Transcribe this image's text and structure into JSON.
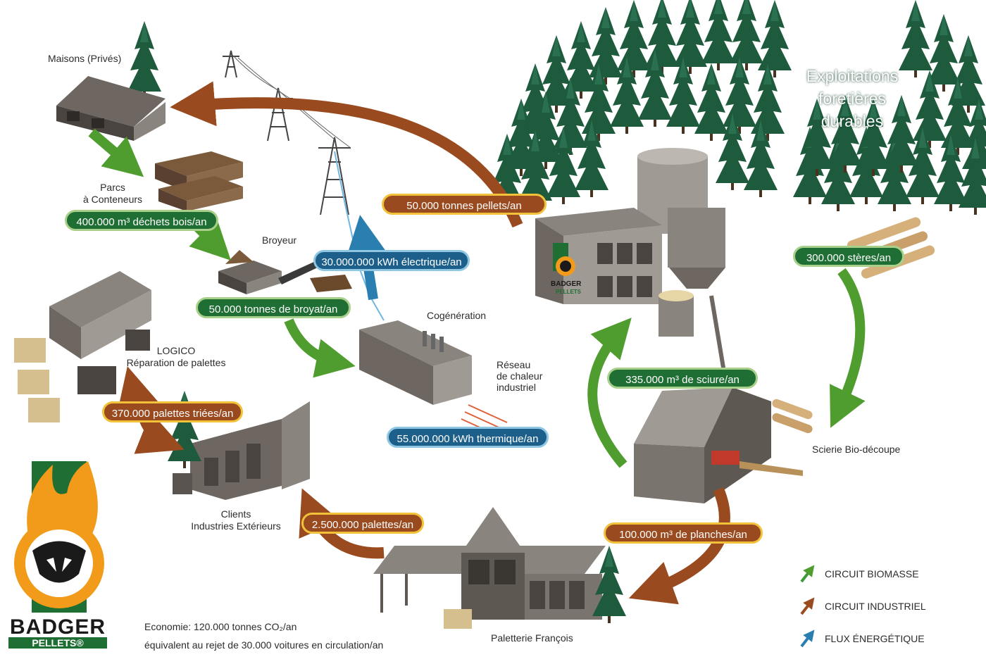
{
  "title": "Exploitations foretières durables",
  "title_lines": [
    "Exploitations",
    "foretières",
    "durables"
  ],
  "nodes": {
    "maisons": "Maisons (Privés)",
    "parcs": [
      "Parcs",
      "à Conteneurs"
    ],
    "broyeur": "Broyeur",
    "logico": [
      "LOGICO",
      "Réparation de palettes"
    ],
    "cogeneration": "Cogénération",
    "reseau": [
      "Réseau",
      "de chaleur",
      "industriel"
    ],
    "clients": [
      "Clients",
      "Industries Extérieurs"
    ],
    "scierie": "Scierie Bio-découpe",
    "paletterie": "Paletterie François"
  },
  "flows": {
    "dechets": "400.000 m³ déchets bois/an",
    "broyat": "50.000 tonnes de broyat/an",
    "electrique": "30.000.000 kWh électrique/an",
    "pellets": "50.000 tonnes pellets/an",
    "steres": "300.000 stères/an",
    "sciure": "335.000 m³ de sciure/an",
    "thermique": "55.000.000 kWh thermique/an",
    "palettes_triees": "370.000 palettes triées/an",
    "palettes": "2.500.000 palettes/an",
    "planches": "100.000 m³ de planches/an"
  },
  "legend": [
    {
      "label": "CIRCUIT BIOMASSE",
      "color": "#3c9a3a"
    },
    {
      "label": "CIRCUIT INDUSTRIEL",
      "color": "#9a4a1f"
    },
    {
      "label": "FLUX ÉNERGÉTIQUE",
      "color": "#2a7fb0"
    }
  ],
  "footer": {
    "line1": "Economie: 120.000 tonnes CO₂/an",
    "line2": "équivalent au rejet de 30.000 voitures en circulation/an"
  },
  "brand": {
    "name": "BADGER",
    "sub": "PELLETS®"
  },
  "factory_badge": {
    "name": "BADGER",
    "sub": "PELLETS"
  },
  "colors": {
    "green": "#3c9a3a",
    "brown": "#9a4a1f",
    "blue": "#2a7fb0",
    "forest": "#1f5a3e"
  }
}
